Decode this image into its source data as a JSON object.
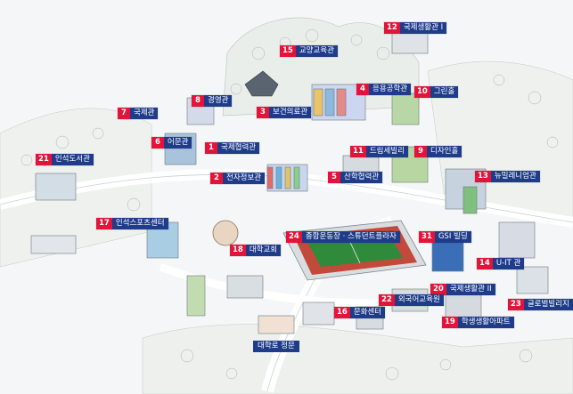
{
  "colors": {
    "number_bg": "#e4133a",
    "name_bg": "#1f3c8a",
    "field_green": "#2f8a3c",
    "track_red": "#c24a3a"
  },
  "buildings": [
    {
      "num": "1",
      "name": "국제협력관"
    },
    {
      "num": "2",
      "name": "전자정보관"
    },
    {
      "num": "3",
      "name": "보건의료관"
    },
    {
      "num": "4",
      "name": "응용공학관"
    },
    {
      "num": "5",
      "name": "산학협력관"
    },
    {
      "num": "6",
      "name": "어문관"
    },
    {
      "num": "7",
      "name": "국제관"
    },
    {
      "num": "8",
      "name": "경영관"
    },
    {
      "num": "9",
      "name": "디자인홀"
    },
    {
      "num": "10",
      "name": "그린홀"
    },
    {
      "num": "11",
      "name": "드림세빌리"
    },
    {
      "num": "12",
      "name": "국제생활관 I"
    },
    {
      "num": "13",
      "name": "뉴밀레니엄관"
    },
    {
      "num": "14",
      "name": "U-IT 관"
    },
    {
      "num": "15",
      "name": "교양교육관"
    },
    {
      "num": "16",
      "name": "문화센터"
    },
    {
      "num": "17",
      "name": "인석스포츠센터"
    },
    {
      "num": "18",
      "name": "대학교회"
    },
    {
      "num": "19",
      "name": "학생생활아파트"
    },
    {
      "num": "20",
      "name": "국제생활관 II"
    },
    {
      "num": "21",
      "name": "인석도서관"
    },
    {
      "num": "22",
      "name": "외국어교육원"
    },
    {
      "num": "23",
      "name": "글로벌빌리지"
    },
    {
      "num": "24",
      "name": "종합운동장 · 스튜던트플라자"
    },
    {
      "num": "31",
      "name": "GSI 빌딩"
    }
  ],
  "gate": {
    "name": "대학로 정문"
  }
}
